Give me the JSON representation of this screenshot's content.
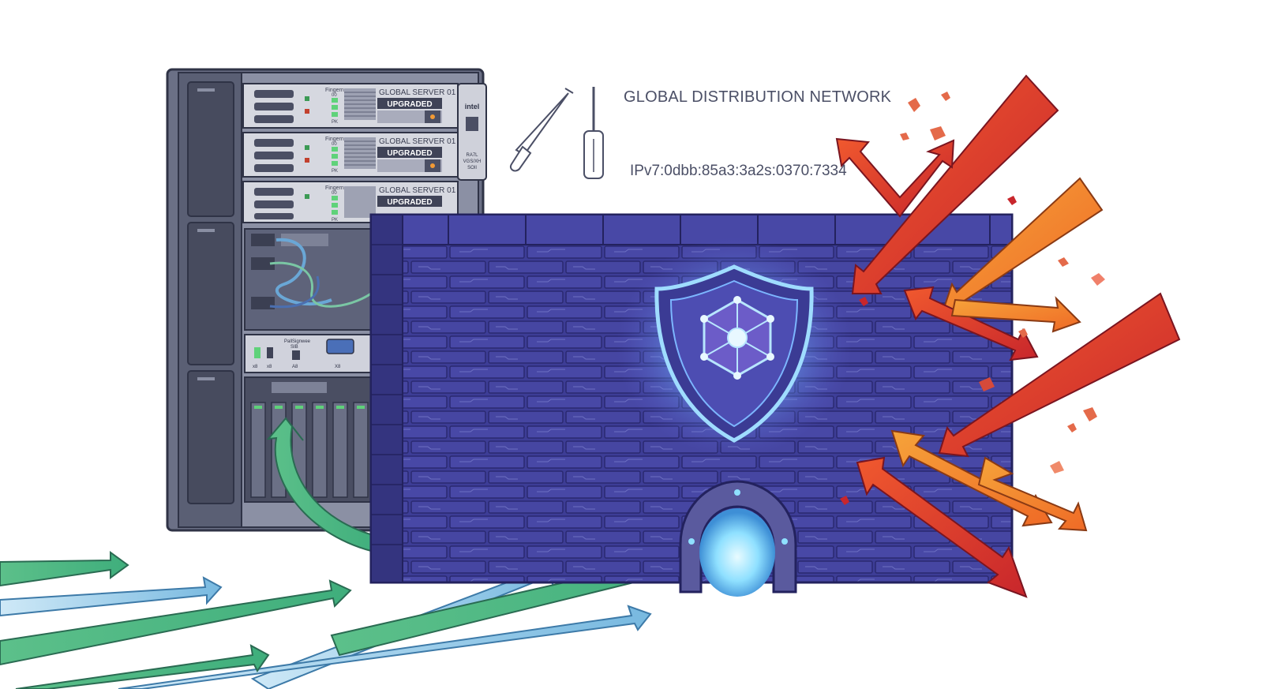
{
  "header": {
    "network_label": "GLOBAL DISTRIBUTION NETWORK",
    "ip_label": "IPv7:0dbb:85a3:3a2s:0370:7334"
  },
  "server": {
    "units": [
      {
        "name": "GLOBAL SERVER 01",
        "status": "UPGRADED",
        "small_label": "Fingerner",
        "small_sub": "00",
        "led_label": "PK"
      },
      {
        "name": "GLOBAL SERVER 01",
        "status": "UPGRADED",
        "small_label": "Fingerner",
        "small_sub": "00",
        "led_label": "PK"
      },
      {
        "name": "GLOBAL SERVER 01",
        "status": "UPGRADED",
        "small_label": "Fingerner",
        "small_sub": "00",
        "led_label": "PK"
      }
    ],
    "side_badge": "intel",
    "side_text": [
      "RA7L",
      "VGS/XH",
      "SOIl"
    ],
    "io_panel": {
      "label": "PallSignwee",
      "sub": "SIB",
      "ports": [
        "x8",
        "x8",
        "A8"
      ],
      "vga_label": "X8"
    }
  },
  "colors": {
    "wall": "#3f3f9a",
    "wall_dark": "#2b2a72",
    "shield_glow": "#8fd0ff",
    "good_traffic": "#5cc08a",
    "good_traffic_alt": "#8cc4e8",
    "bad_traffic": "#e0452e",
    "bad_traffic_alt": "#f08a2a"
  },
  "icons": [
    "screwdriver-icon",
    "shield-icon",
    "network-node-icon",
    "portal-gate-icon"
  ]
}
